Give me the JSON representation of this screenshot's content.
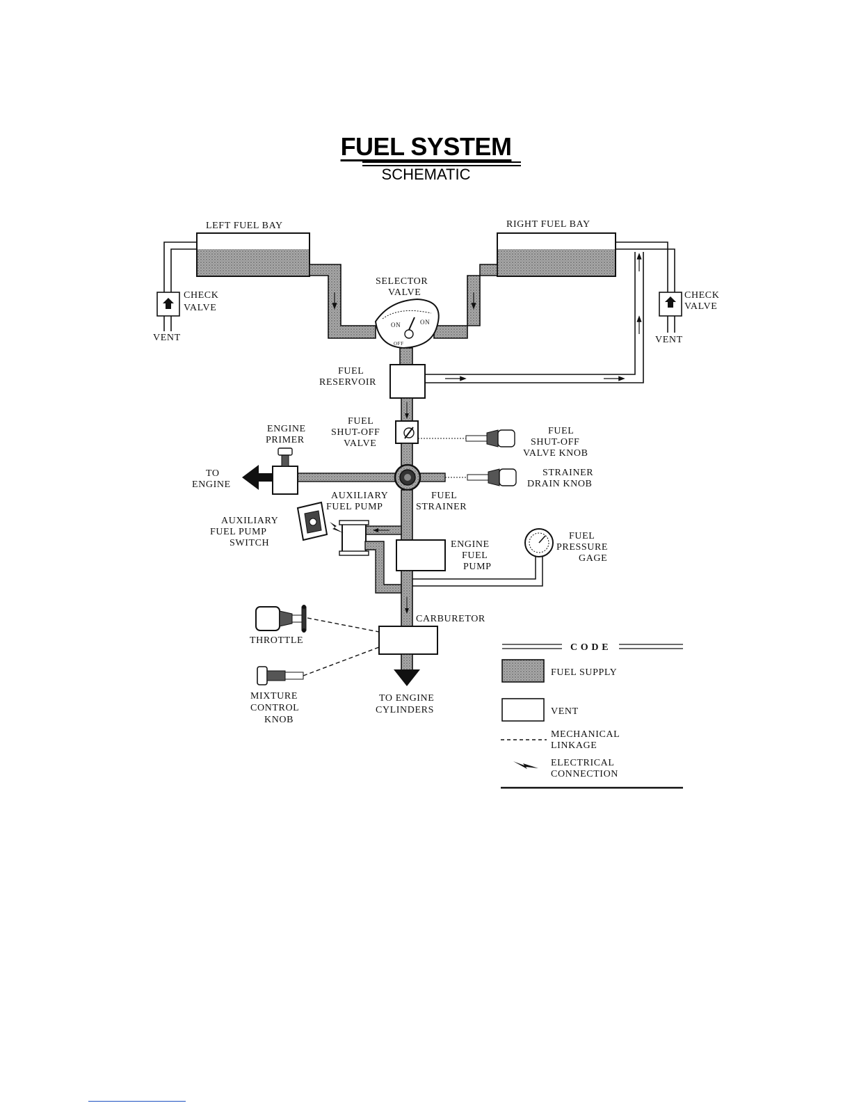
{
  "title": "FUEL SYSTEM",
  "subtitle": "SCHEMATIC",
  "labels": {
    "left_fuel_bay": "LEFT FUEL BAY",
    "right_fuel_bay": "RIGHT FUEL BAY",
    "check_valve_left_1": "CHECK",
    "check_valve_left_2": "VALVE",
    "check_valve_right_1": "CHECK",
    "check_valve_right_2": "VALVE",
    "vent_left": "VENT",
    "vent_right": "VENT",
    "selector_valve_1": "SELECTOR",
    "selector_valve_2": "VALVE",
    "fuel_reservoir_1": "FUEL",
    "fuel_reservoir_2": "RESERVOIR",
    "shutoff_valve_1": "FUEL",
    "shutoff_valve_2": "SHUT-OFF",
    "shutoff_valve_3": "VALVE",
    "shutoff_knob_1": "FUEL",
    "shutoff_knob_2": "SHUT-OFF",
    "shutoff_knob_3": "VALVE KNOB",
    "engine_primer_1": "ENGINE",
    "engine_primer_2": "PRIMER",
    "to_engine_1": "TO",
    "to_engine_2": "ENGINE",
    "strainer_knob_1": "STRAINER",
    "strainer_knob_2": "DRAIN KNOB",
    "aux_pump_1": "AUXILIARY",
    "aux_pump_2": "FUEL PUMP",
    "fuel_strainer_1": "FUEL",
    "fuel_strainer_2": "STRAINER",
    "aux_switch_1": "AUXILIARY",
    "aux_switch_2": "FUEL PUMP",
    "aux_switch_3": "SWITCH",
    "engine_pump_1": "ENGINE",
    "engine_pump_2": "FUEL",
    "engine_pump_3": "PUMP",
    "pressure_gage_1": "FUEL",
    "pressure_gage_2": "PRESSURE",
    "pressure_gage_3": "GAGE",
    "carburetor": "CARBURETOR",
    "throttle": "THROTTLE",
    "mixture_1": "MIXTURE",
    "mixture_2": "CONTROL",
    "mixture_3": "KNOB",
    "to_cylinders_1": "TO ENGINE",
    "to_cylinders_2": "CYLINDERS"
  },
  "legend": {
    "code": "C O D E",
    "fuel_supply": "FUEL SUPPLY",
    "vent": "VENT",
    "mechanical_1": "MECHANICAL",
    "mechanical_2": "LINKAGE",
    "electrical_1": "ELECTRICAL",
    "electrical_2": "CONNECTION"
  },
  "colors": {
    "fuel_fill": "#9a9a9a",
    "line": "#111111"
  }
}
